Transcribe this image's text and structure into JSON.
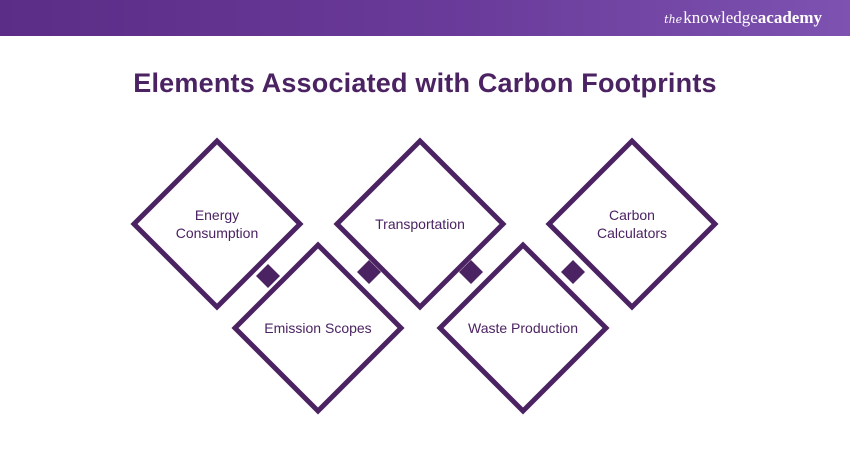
{
  "brand": {
    "the": "the",
    "knowledge": "knowledge",
    "academy": "academy"
  },
  "title": "Elements Associated with Carbon Footprints",
  "diagram": {
    "nodes": [
      {
        "id": "energy",
        "lines": [
          "Energy",
          "Consumption"
        ]
      },
      {
        "id": "emission",
        "lines": [
          "Emission Scopes"
        ]
      },
      {
        "id": "transport",
        "lines": [
          "Transportation"
        ]
      },
      {
        "id": "waste",
        "lines": [
          "Waste Production"
        ]
      },
      {
        "id": "carbon",
        "lines": [
          "Carbon",
          "Calculators"
        ]
      }
    ]
  },
  "colors": {
    "stroke": "#4b2262",
    "header": "#5b2d86",
    "background": "#ffffff"
  }
}
